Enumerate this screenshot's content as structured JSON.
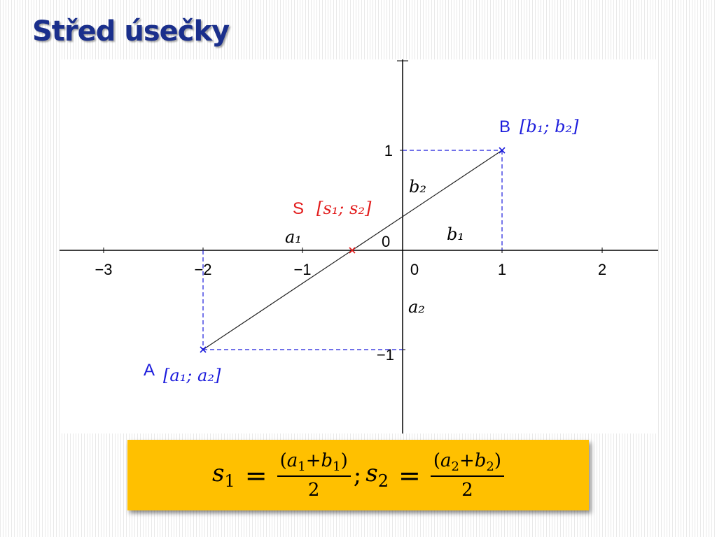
{
  "slide": {
    "title": "Střed úsečky"
  },
  "diagram": {
    "x_ticks": [
      -3,
      -2,
      -1,
      0,
      1,
      2
    ],
    "x_tick_labels": [
      "−3",
      "−2",
      "−1",
      "0",
      "1",
      "2"
    ],
    "y_ticks": [
      -1,
      1
    ],
    "y_tick_labels": [
      "−1",
      "1"
    ],
    "origin_label": "0",
    "points": {
      "A": {
        "name": "A",
        "coords_label": "[a₁; a₂]",
        "x": -2,
        "y": -1,
        "color": "#1c1cdc"
      },
      "B": {
        "name": "B",
        "coords_label": "[b₁; b₂]",
        "x": 1,
        "y": 1,
        "color": "#1c1cdc"
      },
      "S": {
        "name": "S",
        "coords_label": "[s₁; s₂]",
        "x": -0.5,
        "y": 0,
        "color": "#e21a1a"
      }
    },
    "labels": {
      "a1": "a₁",
      "a2": "a₂",
      "b1": "b₁",
      "b2": "b₂"
    }
  },
  "formula": {
    "s1": "s",
    "s1_sub": "1",
    "eq": "=",
    "num1_open": "(",
    "num1_a": "a",
    "num1_a_sub": "1",
    "plus": "+",
    "num1_b": "b",
    "num1_b_sub": "1",
    "num1_close": ")",
    "den": "2",
    "sep": ";",
    "s2": "s",
    "s2_sub": "2",
    "num2_open": "(",
    "num2_a": "a",
    "num2_a_sub": "2",
    "num2_b": "b",
    "num2_b_sub": "2",
    "num2_close": ")",
    "box_color": "#ffc000"
  }
}
